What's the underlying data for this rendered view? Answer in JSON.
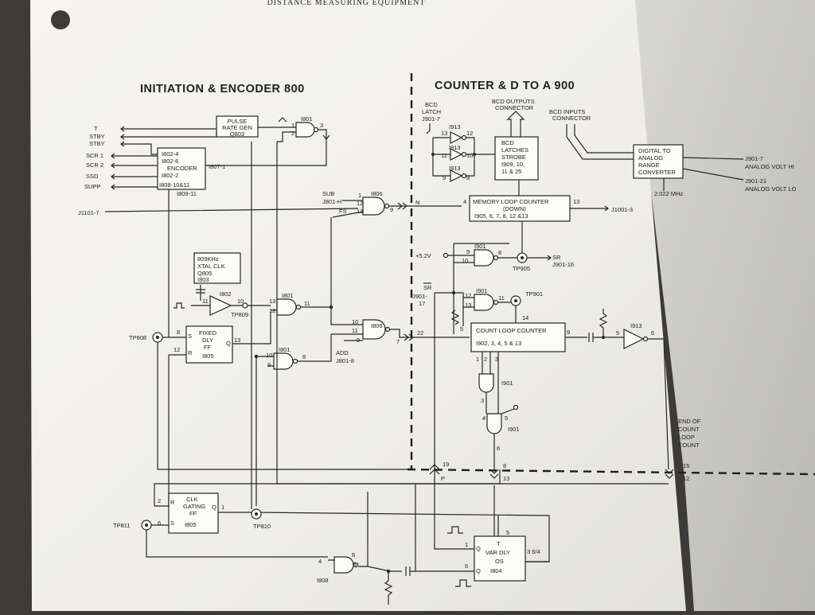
{
  "title": "DISTANCE MEASURING EQUIPMENT",
  "sections": {
    "initiation": "INITIATION & ENCODER 800",
    "counter": "COUNTER & D TO A 900"
  },
  "blocks": {
    "pulse_rate_gen": [
      "PULSE",
      "RATE GEN",
      "Q803"
    ],
    "encoder": [
      "I802-4",
      "I802-6",
      "ENCODER",
      "I802-2",
      "I808-10&11"
    ],
    "xtal_clk": [
      "809KHz",
      "XTAL CLK",
      "Q805",
      "I803"
    ],
    "fixed_dly": [
      "FIXED",
      "DLY",
      "FF",
      "I805"
    ],
    "clk_gating": [
      "CLK",
      "GATING",
      "FF",
      "I805"
    ],
    "memory_loop": [
      "MEMORY LOOP COUNTER",
      "(DOWN)",
      "I905, 6, 7, 8, 12 &13"
    ],
    "count_loop": [
      "COUNT LOOP COUNTER",
      "I902, 3, 4, 5 & 13"
    ],
    "bcd_latches": [
      "BCD",
      "LATCHES",
      "STROBE",
      "I909, 10,",
      "11 & 25"
    ],
    "digital_to_analog": [
      "DIGITAL TO",
      "ANALOG",
      "RANGE",
      "CONVERTER"
    ],
    "var_dly": [
      "T",
      "VAR DLY",
      "OS",
      "I804"
    ]
  },
  "inputs_left": [
    "T",
    "STBY",
    "STBY",
    "SCR 1",
    "SCR 2",
    "SSD",
    "SUPP"
  ],
  "labels": {
    "j1101": "J1101-7",
    "i807_1": "I807-1",
    "i809_11": "I809-11",
    "sub": "SUB",
    "j801_h": "J801-H",
    "fs": "FS",
    "add": "ADD",
    "j801_8": "J801-8",
    "tp808": "TP808",
    "tp809": "TP809",
    "tp810": "TP810",
    "tp811": "TP811",
    "tp905": "TP905",
    "tp901": "TP901",
    "i808": "I808",
    "i801a": "I801",
    "i801b": "I801",
    "i801c": "I801",
    "i802": "I802",
    "i806a": "I806",
    "i806b": "I806",
    "bcd_latch": "BCD",
    "latch": "LATCH",
    "j901_7a": "J901-7",
    "bcd_outputs": "BCD OUTPUTS",
    "connector_a": "CONNECTOR",
    "bcd_inputs": "BCD INPUTS",
    "connector_b": "CONNECTOR",
    "i913a": "I913",
    "i913b": "I913",
    "i913c": "I913",
    "i913d": "I913",
    "j1001_3": "J1001-3",
    "plus52": "+5.2V",
    "i901a": "I901",
    "i901b": "I901",
    "i901c": "I901",
    "i901d": "I901",
    "sr": "SR",
    "j901_16": "J901-16",
    "sr_bar": "SR",
    "j901_17a": "J901-",
    "j901_17b": "17",
    "j901_7b": "J901-7",
    "analog_volt_hi": "ANALOG VOLT HI",
    "j901_21": "J901-21",
    "analog_volt_lo": "ANALOG VOLT LO",
    "freq": "2.022 MHz",
    "end_of": "END OF",
    "count": "COUNT",
    "loop": "LOOP",
    "count2": "COUNT",
    "n": "N",
    "p": "P"
  },
  "pins": {
    "p1": "1",
    "p2": "2",
    "p3": "3",
    "p4": "4",
    "p5": "5",
    "p6": "6",
    "p7": "7",
    "p8": "8",
    "p9": "9",
    "p10": "10",
    "p11": "11",
    "p12": "12",
    "p13": "13",
    "p14": "14",
    "p15": "15",
    "p19": "19",
    "p22": "22",
    "p64": "3 6/4"
  },
  "colors": {
    "paper": "#f4f3ef",
    "background": "#3d3b3a",
    "ink": "#262626"
  }
}
